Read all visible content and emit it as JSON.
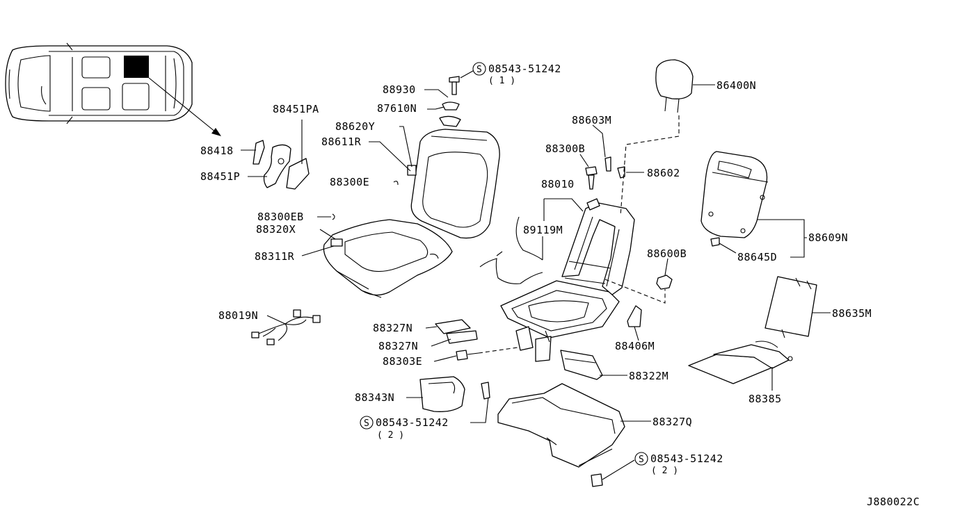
{
  "diagram_id": "J880022C",
  "symbol_s": "S",
  "parts": {
    "p88418": "88418",
    "p88451PA": "88451PA",
    "p88451P": "88451P",
    "p88930": "88930",
    "p87610N": "87610N",
    "p88620Y": "88620Y",
    "p88611R": "88611R",
    "p88300E": "88300E",
    "p88300EB": "88300EB",
    "p88320X": "88320X",
    "p88311R": "88311R",
    "p88019N": "88019N",
    "p88327N_a": "88327N",
    "p88327N_b": "88327N",
    "p88303E": "88303E",
    "p88343N": "88343N",
    "p88300B": "88300B",
    "p88010": "88010",
    "p89119M": "89119M",
    "p88603M": "88603M",
    "p88602": "88602",
    "p86400N": "86400N",
    "p88609N": "88609N",
    "p88645D": "88645D",
    "p88600B": "88600B",
    "p88406M": "88406M",
    "p88635M": "88635M",
    "p88322M": "88322M",
    "p88385": "88385",
    "p88327Q": "88327Q"
  },
  "screws": {
    "s1": {
      "code": "08543-51242",
      "qty": "( 1 )"
    },
    "s2": {
      "code": "08543-51242",
      "qty": "( 2 )"
    },
    "s3": {
      "code": "08543-51242",
      "qty": "( 2 )"
    }
  }
}
